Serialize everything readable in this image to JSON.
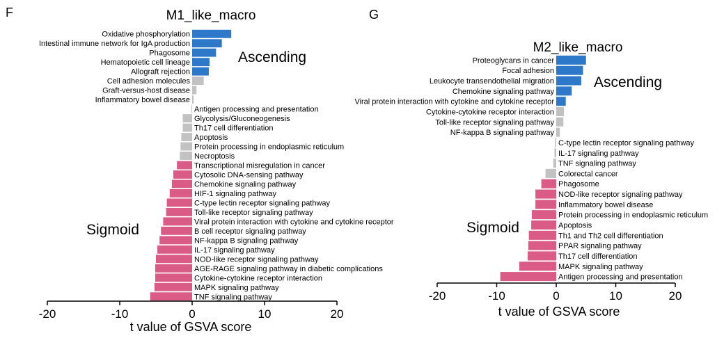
{
  "chart_data": [
    {
      "type": "bar",
      "panel_letter": "F",
      "title": "M1_like_macro",
      "xlabel": "t value of GSVA score",
      "ylabel": "",
      "xlim": [
        -20,
        20
      ],
      "xticks": [
        "-20",
        "-10",
        "0",
        "10",
        "20"
      ],
      "upper_group_label": "Ascending",
      "lower_group_label": "Sigmoid",
      "colors": {
        "positive": "#2e78c9",
        "neutral": "#c2c2c2",
        "negative": "#d95b86"
      },
      "bars": [
        {
          "label": "Oxidative phosphorylation",
          "value": 5.4,
          "group": "positive"
        },
        {
          "label": "Intestinal immune network for IgA production",
          "value": 4.1,
          "group": "positive"
        },
        {
          "label": "Phagosome",
          "value": 3.3,
          "group": "positive"
        },
        {
          "label": "Hematopoietic cell lineage",
          "value": 2.4,
          "group": "positive"
        },
        {
          "label": "Allograft rejection",
          "value": 2.3,
          "group": "positive"
        },
        {
          "label": "Cell adhesion molecules",
          "value": 1.6,
          "group": "neutral"
        },
        {
          "label": "Graft-versus-host disease",
          "value": 0.6,
          "group": "neutral"
        },
        {
          "label": "Inflammatory bowel disease",
          "value": 0.2,
          "group": "neutral"
        },
        {
          "label": "Antigen processing and presentation",
          "value": -0.1,
          "group": "neutral"
        },
        {
          "label": "Glycolysis/Gluconeogenesis",
          "value": -1.3,
          "group": "neutral"
        },
        {
          "label": "Th17 cell differentiation",
          "value": -1.3,
          "group": "neutral"
        },
        {
          "label": "Apoptosis",
          "value": -1.5,
          "group": "neutral"
        },
        {
          "label": "Protein processing in endoplasmic reticulum",
          "value": -1.6,
          "group": "neutral"
        },
        {
          "label": "Necroptosis",
          "value": -1.7,
          "group": "neutral"
        },
        {
          "label": "Transcriptional misregulation in cancer",
          "value": -2.1,
          "group": "negative"
        },
        {
          "label": "Cytosolic DNA-sensing pathway",
          "value": -2.6,
          "group": "negative"
        },
        {
          "label": "Chemokine signaling pathway",
          "value": -2.8,
          "group": "negative"
        },
        {
          "label": "HIF-1 signaling pathway",
          "value": -3.1,
          "group": "negative"
        },
        {
          "label": "C-type lectin receptor signaling pathway",
          "value": -3.5,
          "group": "negative"
        },
        {
          "label": "Toll-like receptor signaling pathway",
          "value": -3.6,
          "group": "negative"
        },
        {
          "label": "Viral protein interaction with cytokine and cytokine receptor",
          "value": -4.0,
          "group": "negative"
        },
        {
          "label": "B cell receptor signaling pathway",
          "value": -4.3,
          "group": "negative"
        },
        {
          "label": "NF-kappa B signaling pathway",
          "value": -4.5,
          "group": "negative"
        },
        {
          "label": "IL-17 signaling pathway",
          "value": -4.8,
          "group": "negative"
        },
        {
          "label": "NOD-like receptor signaling pathway",
          "value": -5.0,
          "group": "negative"
        },
        {
          "label": "AGE-RAGE signaling pathway in diabetic complications",
          "value": -5.1,
          "group": "negative"
        },
        {
          "label": "Cytokine-cytokine receptor interaction",
          "value": -5.1,
          "group": "negative"
        },
        {
          "label": "MAPK signaling pathway",
          "value": -5.2,
          "group": "negative"
        },
        {
          "label": "TNF signaling pathway",
          "value": -5.8,
          "group": "negative"
        }
      ]
    },
    {
      "type": "bar",
      "panel_letter": "G",
      "title": "M2_like_macro",
      "xlabel": "t value of GSVA score",
      "ylabel": "",
      "xlim": [
        -20,
        20
      ],
      "xticks": [
        "-20",
        "-10",
        "0",
        "10",
        "20"
      ],
      "upper_group_label": "Ascending",
      "lower_group_label": "Sigmoid",
      "colors": {
        "positive": "#2e78c9",
        "neutral": "#c2c2c2",
        "negative": "#d95b86"
      },
      "bars": [
        {
          "label": "Proteoglycans in cancer",
          "value": 5.0,
          "group": "positive"
        },
        {
          "label": "Focal adhesion",
          "value": 4.5,
          "group": "positive"
        },
        {
          "label": "Leukocyte transendothelial migration",
          "value": 4.2,
          "group": "positive"
        },
        {
          "label": "Chemokine signaling pathway",
          "value": 2.6,
          "group": "positive"
        },
        {
          "label": "Viral protein interaction with cytokine and cytokine receptor",
          "value": 1.6,
          "group": "positive"
        },
        {
          "label": "Cytokine-cytokine receptor interaction",
          "value": 1.3,
          "group": "neutral"
        },
        {
          "label": "Toll-like receptor signaling pathway",
          "value": 1.2,
          "group": "neutral"
        },
        {
          "label": "NF-kappa B signaling pathway",
          "value": 0.6,
          "group": "neutral"
        },
        {
          "label": "C-type lectin receptor signaling pathway",
          "value": -0.2,
          "group": "neutral"
        },
        {
          "label": "IL-17 signaling pathway",
          "value": -0.3,
          "group": "neutral"
        },
        {
          "label": "TNF signaling pathway",
          "value": -0.5,
          "group": "neutral"
        },
        {
          "label": "Colorectal cancer",
          "value": -1.8,
          "group": "neutral"
        },
        {
          "label": "Phagosome",
          "value": -2.5,
          "group": "negative"
        },
        {
          "label": "NOD-like receptor signaling pathway",
          "value": -3.5,
          "group": "negative"
        },
        {
          "label": "Inflammatory bowel disease",
          "value": -3.5,
          "group": "negative"
        },
        {
          "label": "Protein processing in endoplasmic reticulum",
          "value": -4.1,
          "group": "negative"
        },
        {
          "label": "Apoptosis",
          "value": -4.2,
          "group": "negative"
        },
        {
          "label": "Th1 and Th2 cell differentiation",
          "value": -4.6,
          "group": "negative"
        },
        {
          "label": "PPAR signaling pathway",
          "value": -4.7,
          "group": "negative"
        },
        {
          "label": "Th17 cell differentiation",
          "value": -4.8,
          "group": "negative"
        },
        {
          "label": "MAPK signaling pathway",
          "value": -6.2,
          "group": "negative"
        },
        {
          "label": "Antigen processing and presentation",
          "value": -9.4,
          "group": "negative"
        }
      ]
    }
  ]
}
